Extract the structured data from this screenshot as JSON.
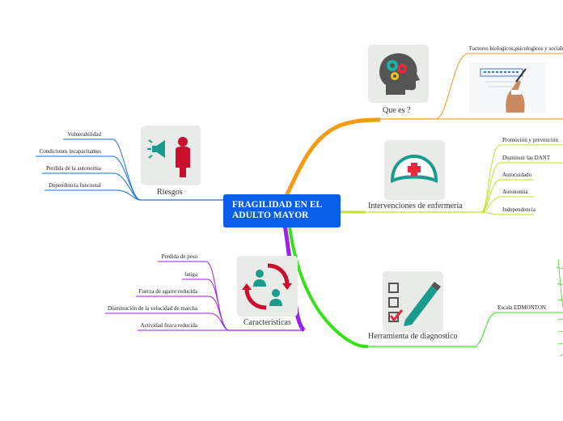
{
  "central": {
    "line1": "FRAGILIDAD EN EL",
    "line2": "ADULTO  MAYOR"
  },
  "branches": {
    "que_es": {
      "title": "Que es  ?",
      "color": "#f49a16",
      "icon": "head-gears-icon",
      "items": [
        "Factores biologicos,psicologicos y sociales"
      ]
    },
    "intervenciones": {
      "title": "Intervenciones de enfermería",
      "color": "#c6e02a",
      "icon": "nurse-cap-icon",
      "items": [
        "Promoción y prevención",
        "Disminuir las DANT",
        "Autocuidado",
        "Autonomia",
        "Independencia"
      ]
    },
    "herramienta": {
      "title": "Herramienta de diagnostico",
      "color": "#38e01a",
      "icon": "checklist-pen-icon",
      "items": [
        "Escala EDMONTON"
      ]
    },
    "riesgos": {
      "title": "Riesgos",
      "color": "#1a6ee0",
      "icon": "megaphone-person-icon",
      "items": [
        "Vulnerabilidad",
        "Condiciones incapacitantes",
        "Perdida de la autonomia",
        "Dependencia funcional"
      ]
    },
    "caracteristicas": {
      "title": "Características",
      "color": "#9b22e6",
      "icon": "people-cycle-icon",
      "items": [
        "Perdida de peso",
        "fatiga",
        "Fuerza de agarre reducida",
        "Disminución de la velocidad de marcha",
        "Actividad fisica reducida"
      ]
    }
  },
  "colors": {
    "central": "#0a5de6",
    "tile": "#e9ebe9"
  }
}
